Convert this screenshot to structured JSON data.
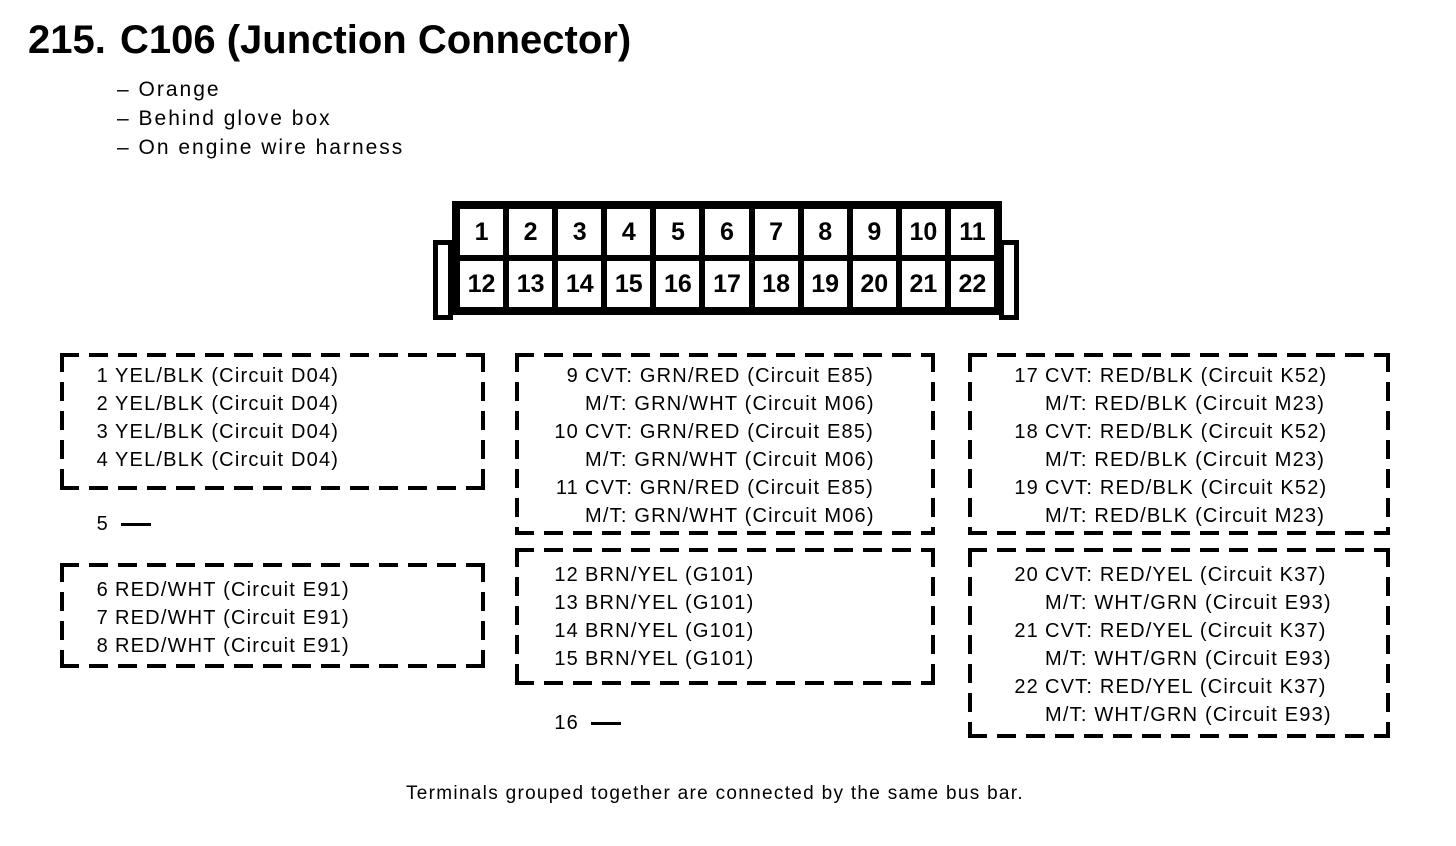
{
  "header": {
    "number": "215.",
    "title": "C106 (Junction Connector)",
    "bullets": [
      "– Orange",
      "– Behind glove box",
      "– On engine wire harness"
    ]
  },
  "connector": {
    "top_row": [
      "1",
      "2",
      "3",
      "4",
      "5",
      "6",
      "7",
      "8",
      "9",
      "10",
      "11"
    ],
    "bottom_row": [
      "12",
      "13",
      "14",
      "15",
      "16",
      "17",
      "18",
      "19",
      "20",
      "21",
      "22"
    ]
  },
  "groups": {
    "g1_4": {
      "pins": [
        {
          "num": "1",
          "lines": [
            "YEL/BLK (Circuit D04)"
          ]
        },
        {
          "num": "2",
          "lines": [
            "YEL/BLK (Circuit D04)"
          ]
        },
        {
          "num": "3",
          "lines": [
            "YEL/BLK (Circuit D04)"
          ]
        },
        {
          "num": "4",
          "lines": [
            "YEL/BLK (Circuit D04)"
          ]
        }
      ]
    },
    "g6_8": {
      "pins": [
        {
          "num": "6",
          "lines": [
            "RED/WHT (Circuit E91)"
          ]
        },
        {
          "num": "7",
          "lines": [
            "RED/WHT (Circuit E91)"
          ]
        },
        {
          "num": "8",
          "lines": [
            "RED/WHT (Circuit E91)"
          ]
        }
      ]
    },
    "g9_11": {
      "pins": [
        {
          "num": "9",
          "lines": [
            "CVT: GRN/RED (Circuit E85)",
            "M/T: GRN/WHT (Circuit M06)"
          ]
        },
        {
          "num": "10",
          "lines": [
            "CVT: GRN/RED (Circuit E85)",
            "M/T: GRN/WHT (Circuit M06)"
          ]
        },
        {
          "num": "11",
          "lines": [
            "CVT: GRN/RED (Circuit E85)",
            "M/T: GRN/WHT (Circuit M06)"
          ]
        }
      ]
    },
    "g12_15": {
      "pins": [
        {
          "num": "12",
          "lines": [
            "BRN/YEL (G101)"
          ]
        },
        {
          "num": "13",
          "lines": [
            "BRN/YEL (G101)"
          ]
        },
        {
          "num": "14",
          "lines": [
            "BRN/YEL (G101)"
          ]
        },
        {
          "num": "15",
          "lines": [
            "BRN/YEL (G101)"
          ]
        }
      ]
    },
    "g17_19": {
      "pins": [
        {
          "num": "17",
          "lines": [
            "CVT: RED/BLK (Circuit K52)",
            "M/T: RED/BLK (Circuit M23)"
          ]
        },
        {
          "num": "18",
          "lines": [
            "CVT: RED/BLK (Circuit K52)",
            "M/T: RED/BLK (Circuit M23)"
          ]
        },
        {
          "num": "19",
          "lines": [
            "CVT: RED/BLK (Circuit K52)",
            "M/T: RED/BLK (Circuit M23)"
          ]
        }
      ]
    },
    "g20_22": {
      "pins": [
        {
          "num": "20",
          "lines": [
            "CVT: RED/YEL (Circuit K37)",
            "M/T: WHT/GRN (Circuit E93)"
          ]
        },
        {
          "num": "21",
          "lines": [
            "CVT: RED/YEL (Circuit K37)",
            "M/T: WHT/GRN (Circuit E93)"
          ]
        },
        {
          "num": "22",
          "lines": [
            "CVT: RED/YEL (Circuit K37)",
            "M/T: WHT/GRN (Circuit E93)"
          ]
        }
      ]
    }
  },
  "unconnected": [
    {
      "num": "5"
    },
    {
      "num": "16"
    }
  ],
  "footnote": "Terminals grouped together are connected by the same bus bar."
}
